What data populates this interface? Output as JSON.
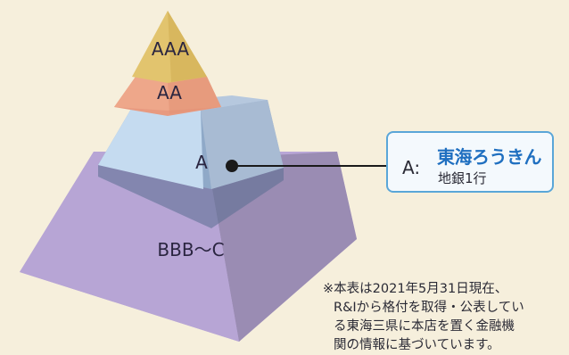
{
  "pyramid": {
    "tiers": {
      "aaa": "AAA",
      "aa": "AA",
      "a": "A",
      "bbb_c": "BBB～C"
    },
    "colors": {
      "aaa_front": "#e2c46e",
      "aa_front": "#eea78a",
      "a_front": "#c5dbf0",
      "a_top": "#8fa9c8",
      "a_right": "#a8bbd3",
      "base_front": "#b9a6d6",
      "base_right": "#9a8cb3",
      "base_left": "#a496c6"
    }
  },
  "callout": {
    "prefix": "A:",
    "name": "東海ろうきん",
    "sub": "地銀1行",
    "name_color": "#1f6fc0",
    "border_color": "#5aa6d8"
  },
  "note": {
    "lines": [
      "※本表は2021年5月31日現在、",
      "R&Iから格付を取得・公表してい",
      "る東海三県に本店を置く金融機",
      "関の情報に基づいています。"
    ]
  }
}
